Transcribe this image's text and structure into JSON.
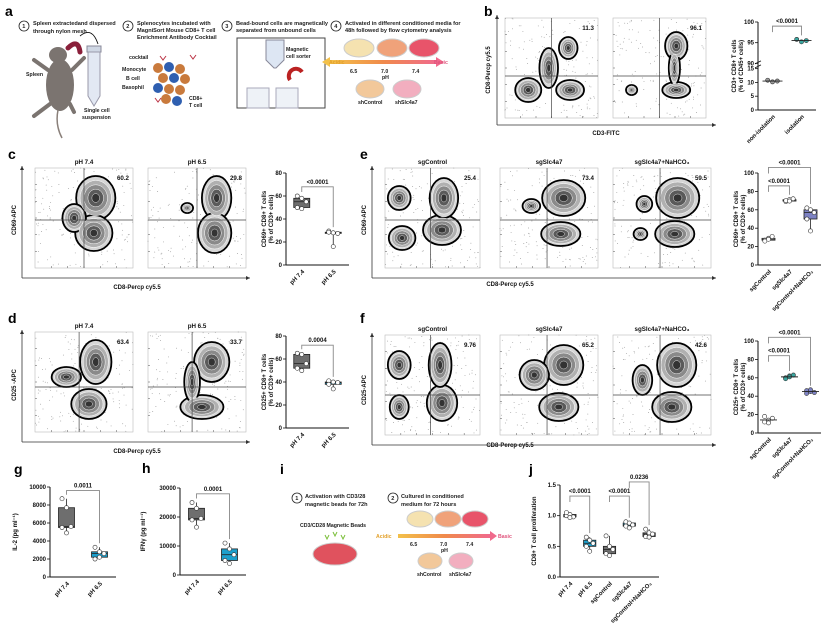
{
  "panel_labels": {
    "a": "a",
    "b": "b",
    "c": "c",
    "d": "d",
    "e": "e",
    "f": "f",
    "g": "g",
    "h": "h",
    "i": "i",
    "j": "j"
  },
  "panel_a": {
    "steps": [
      {
        "num": "1",
        "lines": [
          "Spleen extractedand dispersed",
          "through nylon mesh"
        ]
      },
      {
        "num": "2",
        "lines": [
          "Splenocytes incubated with",
          "MagniSort Mouse CD8+ T cell",
          "Enrichment Antibody Cocktail"
        ]
      },
      {
        "num": "3",
        "lines": [
          "Bead-bound cells are magnetically",
          "separated from unbound cells"
        ]
      },
      {
        "num": "4",
        "lines": [
          "Activated in different conditioned media for",
          "48h followed by flow cytometry analysis"
        ]
      }
    ],
    "spleen": "Spleen",
    "tube": [
      "Single cell",
      "suspension"
    ],
    "cocktail": "cocktail",
    "monocyte": "Monocyte",
    "bcell": "B cell",
    "basophil": "Basophil",
    "cd8": [
      "CD8+",
      "T cell"
    ],
    "sorter": [
      "Magnetic",
      "cell sorter"
    ],
    "acidic": "Acidic",
    "basic": "Basic",
    "ph_ticks": [
      "6.5",
      "7.0",
      "7.4"
    ],
    "ph": "pH",
    "sh": [
      "shControl",
      "shSlc4a7"
    ]
  },
  "panel_i": {
    "steps": [
      {
        "num": "1",
        "lines": [
          "Activation with CD3/28",
          "magnetic beads for 72h"
        ]
      },
      {
        "num": "2",
        "lines": [
          "Cultured in conditioned",
          "medium for 72 hours"
        ]
      }
    ],
    "beads": "CD3/CD28 Magnetic Beads",
    "acidic": "Acidic",
    "basic": "Basic",
    "ph_ticks": [
      "6.5",
      "7.0",
      "7.4"
    ],
    "ph": "pH",
    "sh": [
      "shControl",
      "shSlc4a7"
    ]
  },
  "flow": {
    "b": {
      "y_label": "CD8-Percp cy5.5",
      "x_label": "CD3-FITC",
      "plots": [
        {
          "title": "",
          "pct": "11.3"
        },
        {
          "title": "",
          "pct": "96.1"
        }
      ]
    },
    "c": {
      "y_label": "CD69-APC",
      "x_label": "CD8-Percp cy5.5",
      "plots": [
        {
          "title": "pH 7.4",
          "pct": "60.2"
        },
        {
          "title": "pH 6.5",
          "pct": "29.8"
        }
      ]
    },
    "e": {
      "y_label": "CD69-APC",
      "x_label": "CD8-Percp cy5.5",
      "plots": [
        {
          "title": "sgControl",
          "pct": "25.4"
        },
        {
          "title": "sgSlc4a7",
          "pct": "73.4"
        },
        {
          "title": "sgSlc4a7+NaHCO₃",
          "pct": "59.5"
        }
      ]
    },
    "d": {
      "y_label": "CD25 -APC",
      "x_label": "CD8-Percp cy5.5",
      "plots": [
        {
          "title": "pH 7.4",
          "pct": "63.4"
        },
        {
          "title": "pH 6.5",
          "pct": "33.7"
        }
      ]
    },
    "f": {
      "y_label": "CD25-APC",
      "x_label": "CD8-Percp cy5.5",
      "plots": [
        {
          "title": "sgControl",
          "pct": "9.76"
        },
        {
          "title": "sgSlc4a7",
          "pct": "65.2"
        },
        {
          "title": "sgSlc4a7+NaHCO₃",
          "pct": "42.6"
        }
      ]
    }
  },
  "colors": {
    "gray_box": "#6e6e6e",
    "blue_box": "#1c9fcc",
    "lavender_box": "#7d82c4",
    "teal_point": "#3aa6a0",
    "scatter_line": "#333333"
  },
  "chart_data": [
    {
      "panel": "b",
      "type": "scatter",
      "ylabel": [
        "CD3+ CD8+ T cells",
        "(% of CD45+ cells)"
      ],
      "y_break": [
        [
          0,
          15
        ],
        [
          90,
          100
        ]
      ],
      "yticks": [
        0,
        5,
        10,
        15,
        90,
        95,
        100
      ],
      "groups": [
        {
          "label": "non-isolation",
          "values": [
            10.8,
            10.2,
            10.5
          ],
          "color": "#9a9a9a"
        },
        {
          "label": "isolation",
          "values": [
            95.8,
            95.2,
            95.5
          ],
          "color": "#3aa6a0"
        }
      ],
      "brackets": [
        {
          "from": 0,
          "to": 1,
          "level": 99,
          "p": "<0.0001"
        }
      ]
    },
    {
      "panel": "c",
      "type": "box",
      "ylabel": [
        "CD69+ CD8+ T cells",
        "(% of CD3+ cells)"
      ],
      "ylim": [
        0,
        80
      ],
      "yticks": [
        0,
        20,
        40,
        60,
        80
      ],
      "groups": [
        {
          "label": "pH 7.4",
          "values": [
            60,
            58,
            55,
            50,
            49
          ],
          "color": "#6e6e6e"
        },
        {
          "label": "pH 6.5",
          "values": [
            29.5,
            28,
            27.5,
            28.5,
            16
          ],
          "color": "#1c9fcc"
        }
      ],
      "brackets": [
        {
          "from": 0,
          "to": 1,
          "level": 68,
          "p": "<0.0001"
        }
      ]
    },
    {
      "panel": "e",
      "type": "box",
      "ylabel": [
        "CD69+ CD8+ T cells",
        "(% of CD3+ cells)"
      ],
      "ylim": [
        0,
        100
      ],
      "yticks": [
        0,
        20,
        40,
        60,
        80,
        100
      ],
      "groups": [
        {
          "label": "sgControl",
          "values": [
            27,
            29,
            31,
            26,
            28
          ],
          "color": "#ffffff"
        },
        {
          "label": "sgSlc4a7",
          "values": [
            69,
            71,
            72,
            70,
            69.5
          ],
          "color": "#ffffff"
        },
        {
          "label": "sgControl+NaHCO₃",
          "values": [
            62,
            60,
            57,
            50,
            37
          ],
          "color": "#7d82c4"
        }
      ],
      "brackets": [
        {
          "from": 0,
          "to": 1,
          "level": 86,
          "p": "<0.0001"
        },
        {
          "from": 0,
          "to": 2,
          "level": 106,
          "p": "<0.0001"
        }
      ]
    },
    {
      "panel": "d",
      "type": "box",
      "ylabel": [
        "CD25+ CD8+ T cells",
        "(% of CD3+ cells)"
      ],
      "ylim": [
        0,
        80
      ],
      "yticks": [
        0,
        20,
        40,
        60,
        80
      ],
      "groups": [
        {
          "label": "pH 7.4",
          "values": [
            65,
            64,
            56,
            52,
            50
          ],
          "color": "#6e6e6e"
        },
        {
          "label": "pH 6.5",
          "values": [
            41,
            40,
            39.5,
            38,
            34
          ],
          "color": "#1c9fcc"
        }
      ],
      "brackets": [
        {
          "from": 0,
          "to": 1,
          "level": 72,
          "p": "0.0004"
        }
      ]
    },
    {
      "panel": "f",
      "type": "scatter",
      "ylabel": [
        "CD25+ CD8+ T cells",
        "(% of CD3+ cells)"
      ],
      "ylim": [
        0,
        100
      ],
      "yticks": [
        0,
        20,
        40,
        60,
        80,
        100
      ],
      "groups": [
        {
          "label": "sgControl",
          "values": [
            12,
            14,
            16,
            18,
            11
          ],
          "color": "#ffffff"
        },
        {
          "label": "sgSlc4a7",
          "values": [
            60,
            62,
            63,
            59,
            61
          ],
          "color": "#3aa6a0"
        },
        {
          "label": "sgControl+NaHCO₃",
          "values": [
            46,
            45,
            44,
            43,
            47
          ],
          "color": "#7d82c4"
        }
      ],
      "brackets": [
        {
          "from": 0,
          "to": 1,
          "level": 84,
          "p": "<0.0001"
        },
        {
          "from": 0,
          "to": 2,
          "level": 104,
          "p": "<0.0001"
        }
      ]
    },
    {
      "panel": "g",
      "type": "box",
      "ylabel": [
        "IL-2 (pg ml⁻¹)"
      ],
      "ylim": [
        0,
        10000
      ],
      "yticks": [
        0,
        2000,
        4000,
        6000,
        8000,
        10000
      ],
      "groups": [
        {
          "label": "pH 7.4",
          "values": [
            8700,
            7700,
            5600,
            5500,
            4900
          ],
          "color": "#6e6e6e"
        },
        {
          "label": "pH 6.5",
          "values": [
            3300,
            2800,
            2600,
            2000,
            2200
          ],
          "color": "#1c9fcc"
        }
      ],
      "brackets": [
        {
          "from": 0,
          "to": 1,
          "level": 9600,
          "p": "0.0011"
        }
      ]
    },
    {
      "panel": "h",
      "type": "box",
      "ylabel": [
        "IFNγ (pg ml⁻¹)"
      ],
      "ylim": [
        0,
        30000
      ],
      "yticks": [
        0,
        10000,
        20000,
        30000
      ],
      "groups": [
        {
          "label": "pH 7.4",
          "values": [
            25000,
            23000,
            19500,
            19000,
            16500
          ],
          "color": "#6e6e6e"
        },
        {
          "label": "pH 6.5",
          "values": [
            11000,
            9000,
            7000,
            5000,
            4000
          ],
          "color": "#1c9fcc"
        }
      ],
      "brackets": [
        {
          "from": 0,
          "to": 1,
          "level": 28000,
          "p": "0.0001"
        }
      ]
    },
    {
      "panel": "j",
      "type": "box",
      "ylabel": [
        "CD8+ T cell proliferation"
      ],
      "ylim": [
        0,
        1.5
      ],
      "yticks": [
        "0.0",
        "0.5",
        "1.0",
        "1.5"
      ],
      "groups": [
        {
          "label": "pH 7.4",
          "values": [
            1.0,
            1.02,
            0.98,
            1.05,
            0.97
          ],
          "color": "#6e6e6e"
        },
        {
          "label": "pH 6.5",
          "values": [
            0.65,
            0.6,
            0.55,
            0.5,
            0.42
          ],
          "color": "#1c9fcc"
        },
        {
          "label": "sgControl",
          "values": [
            0.67,
            0.5,
            0.45,
            0.38,
            0.35
          ],
          "color": "#6e6e6e"
        },
        {
          "label": "sgSlc4a7",
          "values": [
            0.9,
            0.88,
            0.85,
            0.83,
            0.8
          ],
          "color": "#1c9fcc"
        },
        {
          "label": "sgControl+NaHCO₃",
          "values": [
            0.78,
            0.72,
            0.7,
            0.66,
            0.65
          ],
          "color": "#6e6e6e"
        }
      ],
      "brackets": [
        {
          "from": 0,
          "to": 1,
          "level": 1.32,
          "p": "<0.0001"
        },
        {
          "from": 2,
          "to": 3,
          "level": 1.32,
          "p": "<0.0001"
        },
        {
          "from": 3,
          "to": 4,
          "level": 1.55,
          "p": "0.0236"
        }
      ]
    }
  ]
}
